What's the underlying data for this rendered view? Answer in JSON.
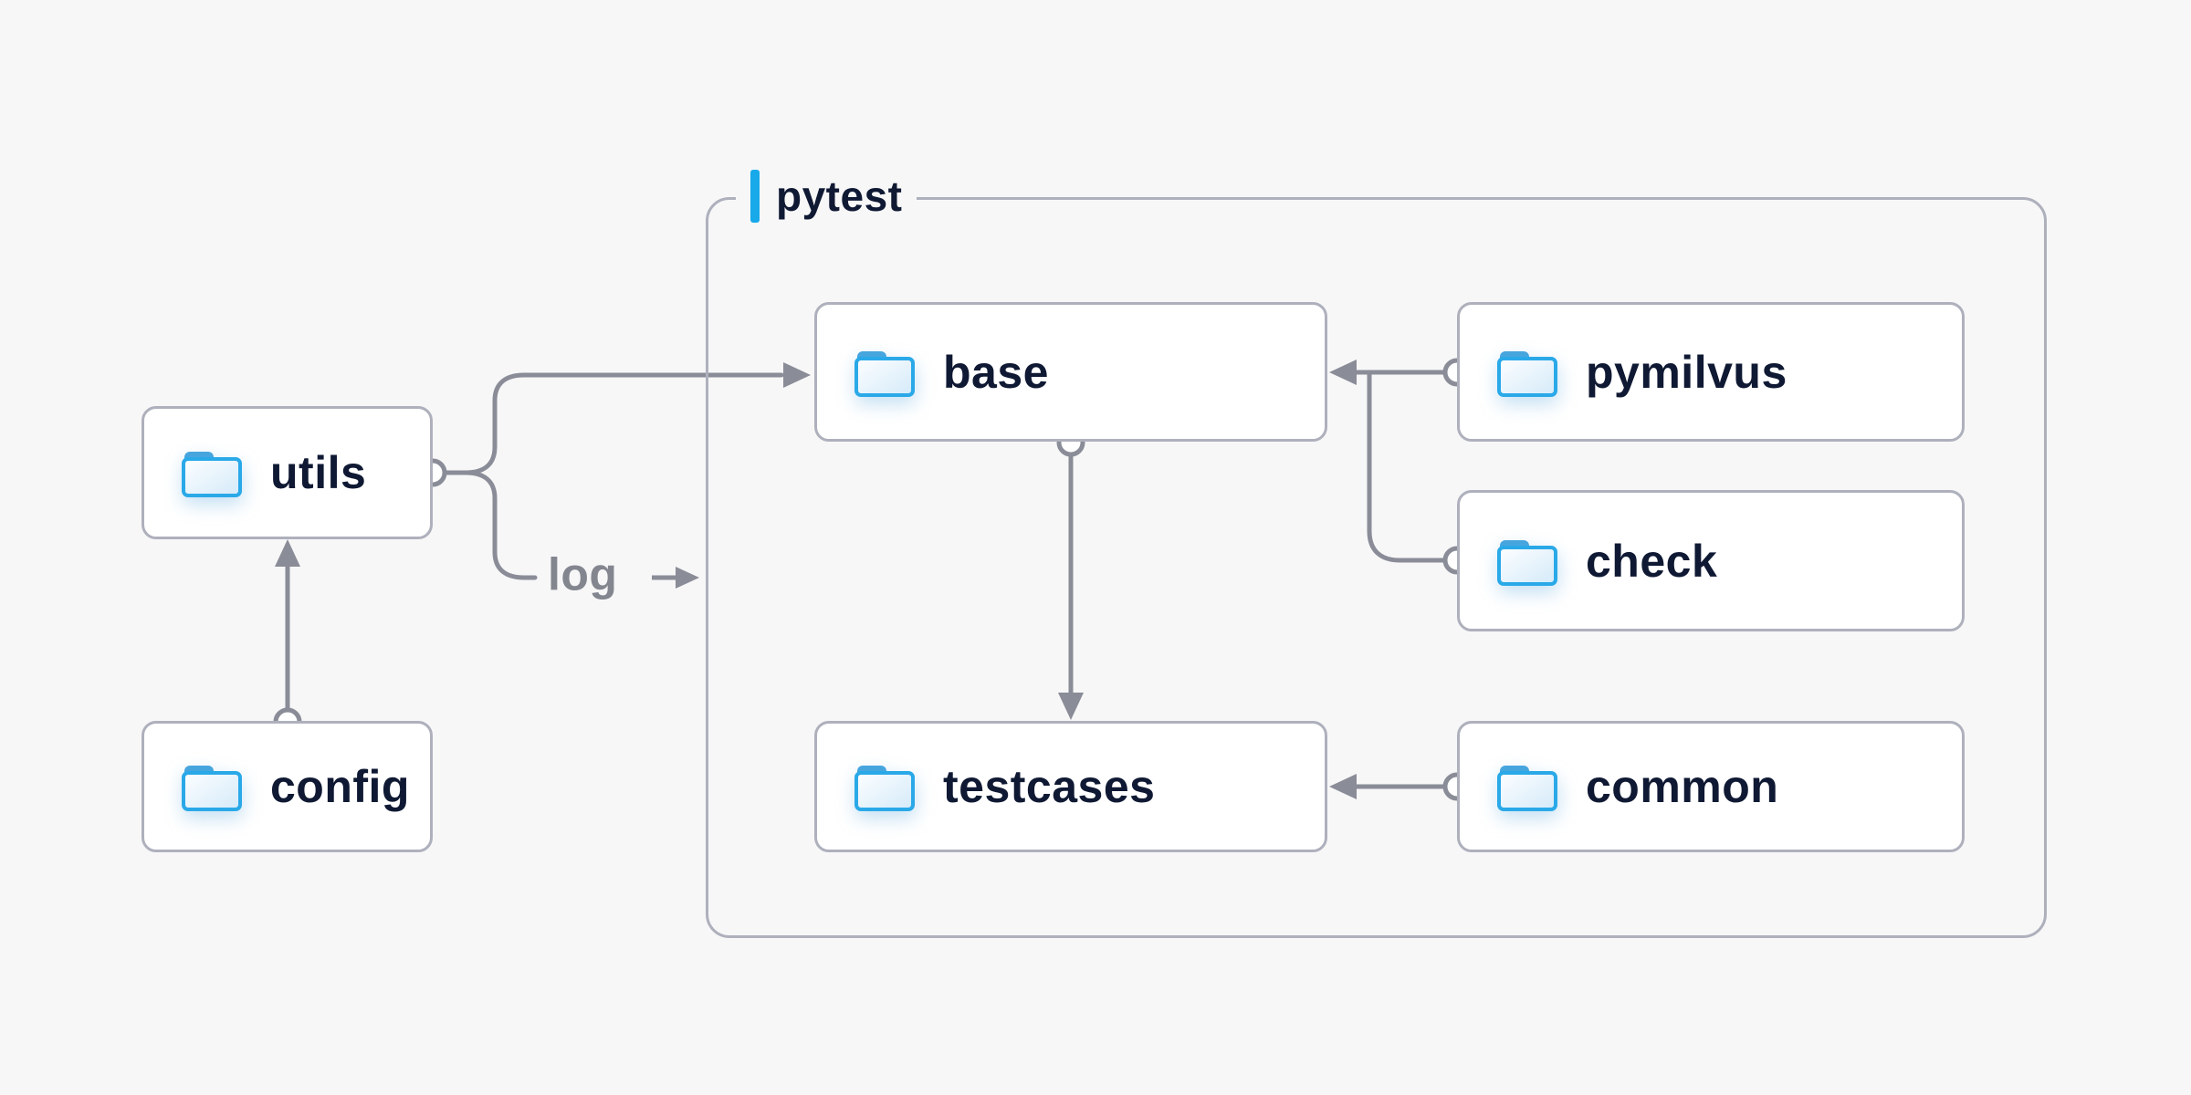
{
  "container": {
    "label": "pytest"
  },
  "nodes": {
    "utils": {
      "label": "utils"
    },
    "config": {
      "label": "config"
    },
    "base": {
      "label": "base"
    },
    "pymilvus": {
      "label": "pymilvus"
    },
    "check": {
      "label": "check"
    },
    "testcases": {
      "label": "testcases"
    },
    "common": {
      "label": "common"
    }
  },
  "labels": {
    "log": "log"
  },
  "edges": [
    {
      "from": "config",
      "to": "utils"
    },
    {
      "from": "utils",
      "to": "base"
    },
    {
      "from": "utils",
      "to": "pytest-container",
      "label": "log"
    },
    {
      "from": "pymilvus",
      "to": "base"
    },
    {
      "from": "check",
      "to": "base"
    },
    {
      "from": "base",
      "to": "testcases"
    },
    {
      "from": "common",
      "to": "testcases"
    }
  ],
  "colors": {
    "background": "#F7F7F8",
    "line": "#8A8C97",
    "border": "#AEB0BC",
    "text": "#0F1933",
    "muted_text": "#83868F",
    "accent": "#17A9E9",
    "folder_outline": "#2AA9E8",
    "folder_tab": "#47A5DE",
    "folder_fill_light": "#FDFEFF",
    "folder_fill_dark": "#D4EAF9"
  }
}
